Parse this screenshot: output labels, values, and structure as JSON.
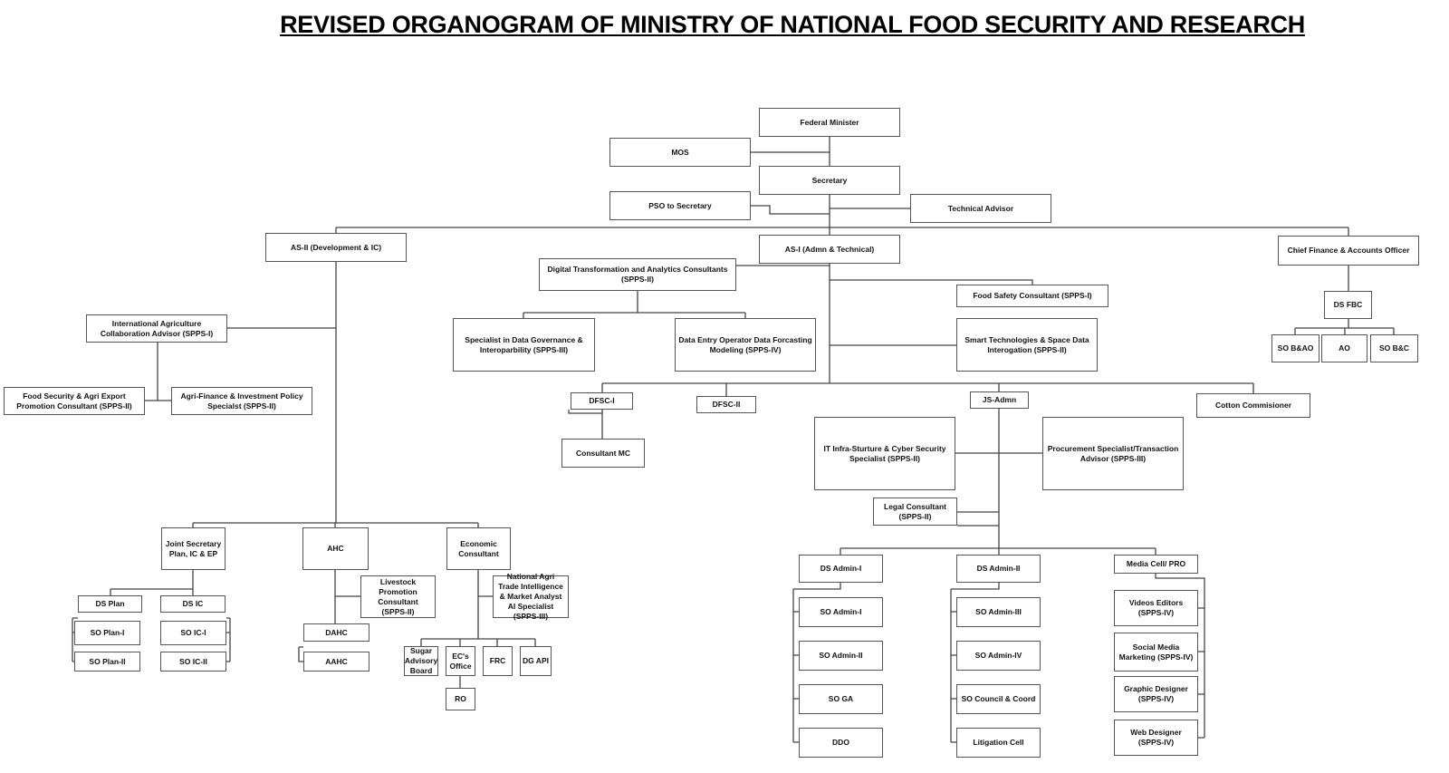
{
  "title": "REVISED ORGANOGRAM OF MINISTRY OF NATIONAL FOOD SECURITY AND RESEARCH",
  "nodes": {
    "federal": "Federal Minister",
    "mos": "MOS",
    "secretary": "Secretary",
    "pso": "PSO to Secretary",
    "tech_advisor": "Technical Advisor",
    "as2": "AS-II (Development & IC)",
    "as1": "AS-I (Admn & Technical)",
    "cfao": "Chief Finance & Accounts Officer",
    "dtac": "Digital Transformation and Analytics Consultants (SPPS-II)",
    "food_safety": "Food Safety Consultant (SPPS-I)",
    "data_gov": "Specialist in Data Governance & Interoparbility (SPPS-III)",
    "data_entry": "Data Entry Operator Data Forcasting Modeling (SPPS-IV)",
    "smart_tech": "Smart Technologies & Space Data Interogation (SPPS-II)",
    "ds_fbc": "DS FBC",
    "so_bao": "SO B&AO",
    "ao": "AO",
    "so_bc": "SO B&C",
    "intl_agri": "International Agriculture Collaboration Advisor (SPPS-I)",
    "food_sec_agri": "Food Security & Agri Export Promotion Consultant (SPPS-II)",
    "agri_fin": "Agri-Finance & Investment Policy Specialst (SPPS-II)",
    "dfsc1": "DFSC-I",
    "dfsc2": "DFSC-II",
    "js_admn": "JS-Admn",
    "cotton": "Cotton Commisioner",
    "consultant_mc": "Consultant MC",
    "it_infra": "IT Infra-Sturture & Cyber Security Specialist (SPPS-II)",
    "procurement": "Procurement Specialist/Transaction Advisor (SPPS-III)",
    "legal": "Legal Consultant (SPPS-II)",
    "js_plan": "Joint Secretary Plan, IC & EP",
    "ahc": "AHC",
    "econ": "Economic Consultant",
    "livestock": "Livestock Promotion Consultant (SPPS-II)",
    "natl_agri": "National Agri Trade Intelligence & Market Analyst AI Specialist (SPPS-III)",
    "ds_plan": "DS Plan",
    "ds_ic": "DS IC",
    "so_plan1": "SO Plan-I",
    "so_ic1": "SO IC-I",
    "so_plan2": "SO Plan-II",
    "so_ic2": "SO IC-II",
    "dahc": "DAHC",
    "aahc": "AAHC",
    "sugar": "Sugar Advisory Board",
    "ec_office": "EC's Office",
    "frc": "FRC",
    "dg_api": "DG API",
    "ro": "RO",
    "ds_admin1": "DS Admin-I",
    "ds_admin2": "DS Admin-II",
    "media": "Media Cell/ PRO",
    "so_admin1": "SO Admin-I",
    "so_admin2": "SO Admin-II",
    "so_ga": "SO GA",
    "ddo": "DDO",
    "so_admin3": "SO Admin-III",
    "so_admin4": "SO Admin-IV",
    "so_council": "SO Council & Coord",
    "litigation": "Litigation Cell",
    "videos": "Videos Editors (SPPS-IV)",
    "social": "Social Media Marketing (SPPS-IV)",
    "graphic": "Graphic Designer (SPPS-IV)",
    "web": "Web Designer (SPPS-IV)"
  }
}
